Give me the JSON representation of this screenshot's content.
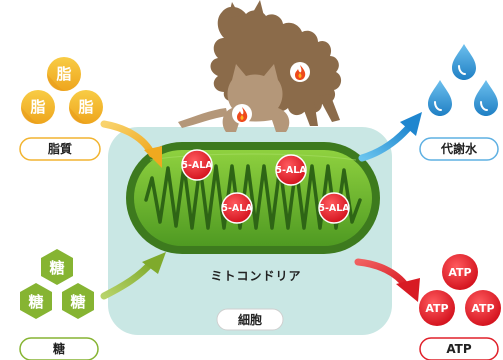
{
  "labels": {
    "fat": "脂質",
    "sugar": "糖",
    "metabolic_water": "代謝水",
    "atp": "ATP",
    "cell": "細胞",
    "mitochondria": "ミトコンドリア"
  },
  "fat_glyph": "脂",
  "sugar_glyph": "糖",
  "ala_label": "5-ALA",
  "atp_glyph": "ATP",
  "colors": {
    "cell": "#c8e6e3",
    "mitochondria_outer": "#3f7a1f",
    "mitochondria_inner": "#6ab32e",
    "ala": "#e0202a",
    "atp": "#e0202a",
    "fat_drop": "#f3b52b",
    "sugar_hex": "#86b432",
    "water": "#3a9ad9",
    "arrow_fat": "#f3b52b",
    "arrow_sugar": "#86b432",
    "arrow_water": "#2f9bd6",
    "arrow_atp": "#e0202a",
    "dog": "#8b6b4a",
    "cat": "#b49779",
    "flame": "#ee4a1c"
  },
  "icons": [
    "flame-icon",
    "water-drop-icon",
    "fat-drop-icon",
    "sugar-hex-icon"
  ]
}
